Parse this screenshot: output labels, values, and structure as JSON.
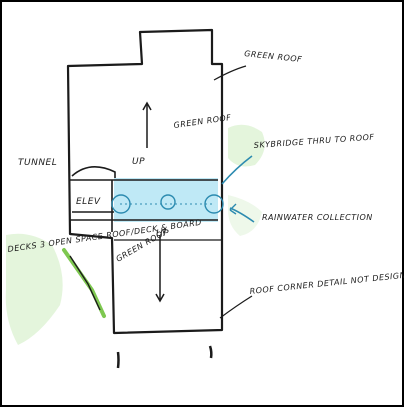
{
  "colors": {
    "background": "#000000",
    "paper": "#ffffff",
    "ink": "#1b1b1b",
    "water": "#bfe9f6",
    "water_ink": "#2c8bb0",
    "green": "#7ec850",
    "green_wash": "#e4f5dc"
  },
  "labels": {
    "tunnel": "TUNNEL",
    "elev": "ELEV",
    "up_upper": "UP",
    "up_lower": "UP",
    "green_roof_top": "GREEN ROOF",
    "green_roof_mid": "GREEN ROOF",
    "green_roof_lower": "GREEN ROOF",
    "skybridge": "SKYBRIDGE THRU TO ROOF",
    "rainwater": "RAINWATER COLLECTION",
    "decks": "DECKS 3 OPEN SPACE ROOF/DECK & BOARD",
    "corner_roof": "ROOF CORNER DETAIL NOT DESIGNING LOCATION"
  }
}
